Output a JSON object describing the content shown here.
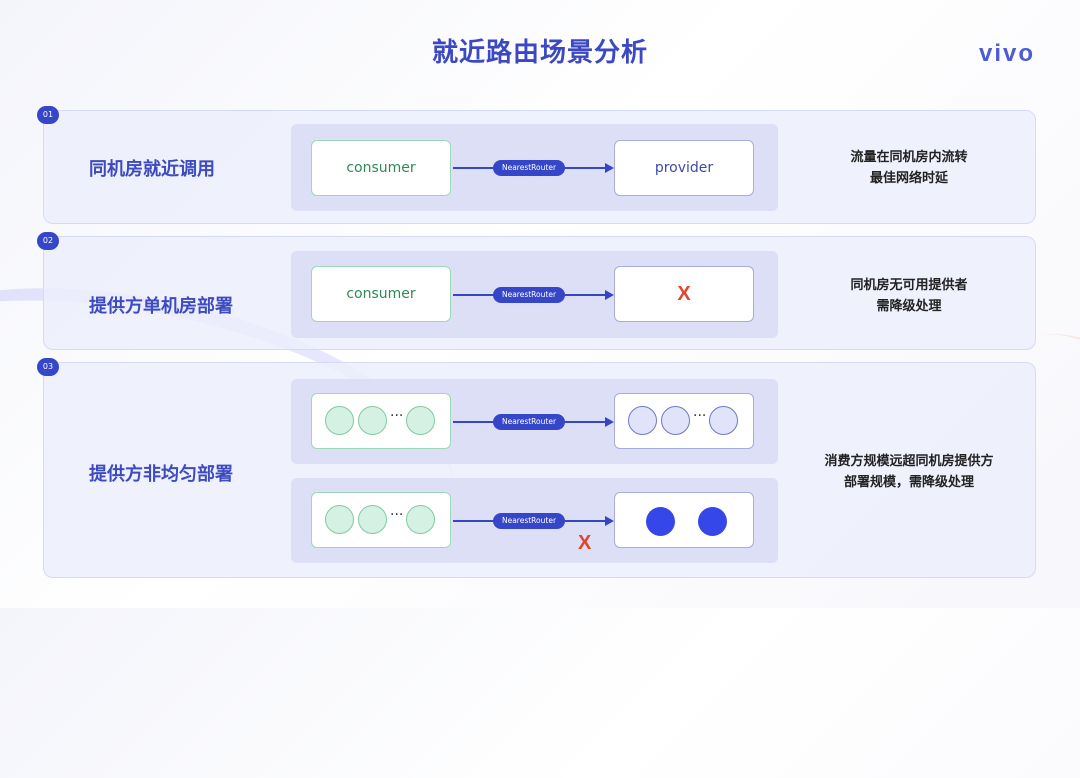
{
  "title": "就近路由场景分析",
  "logo": "vivo",
  "router_label": "NearestRouter",
  "x_mark": "X",
  "ellipsis": "···",
  "sections": [
    {
      "badge": "01",
      "label": "同机房就近调用",
      "consumer": "consumer",
      "provider": "provider",
      "note_line1": "流量在同机房内流转",
      "note_line2": "最佳网络时延"
    },
    {
      "badge": "02",
      "label": "提供方单机房部署",
      "consumer": "consumer",
      "note_line1": "同机房无可用提供者",
      "note_line2": "需降级处理"
    },
    {
      "badge": "03",
      "label": "提供方非均匀部署",
      "note_line1": "消费方规模远超同机房提供方",
      "note_line2": "部署规模，需降级处理"
    }
  ],
  "colors": {
    "accent": "#3547c8",
    "title": "#3b48c4",
    "consumer_border": "#9ed8b6",
    "provider_border": "#a7acd8",
    "error": "#e2452b"
  }
}
